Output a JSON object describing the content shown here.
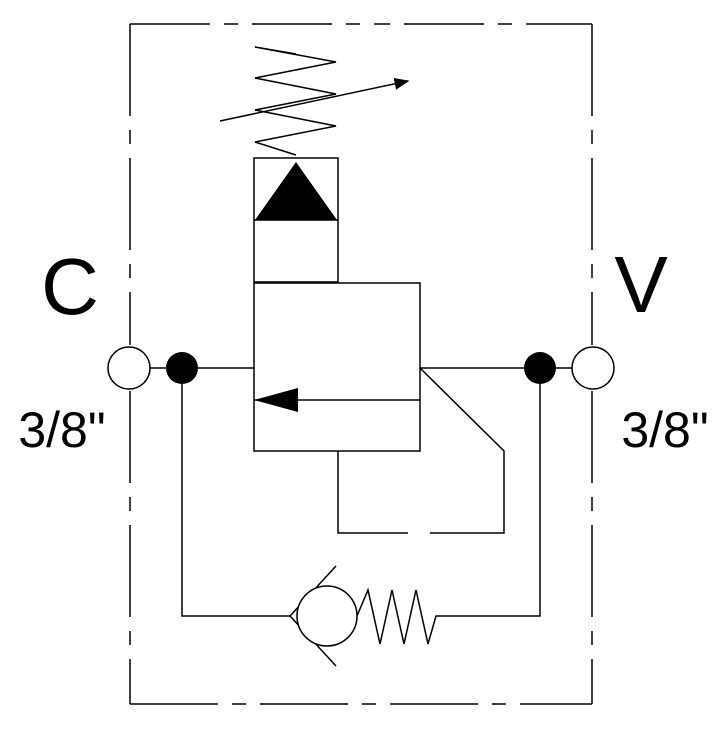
{
  "ports": {
    "left": {
      "letter": "C",
      "size": "3/8\""
    },
    "right": {
      "letter": "V",
      "size": "3/8\""
    }
  },
  "colors": {
    "line": "#000000",
    "background": "#ffffff"
  }
}
